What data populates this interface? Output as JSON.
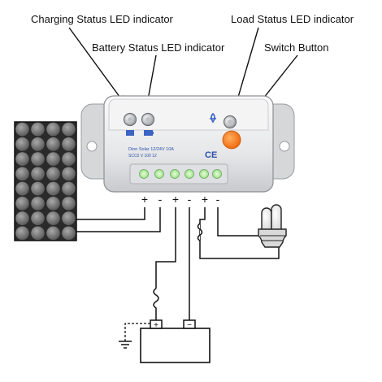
{
  "labels": {
    "charging_led": "Charging Status LED indicator",
    "battery_led": "Battery Status LED indicator",
    "load_led": "Load Status LED indicator",
    "switch_button": "Switch Button"
  },
  "controller": {
    "brand_line": "Dion Solar 12/24V 10A",
    "model_line": "SCC0 V 100 12",
    "ce_mark": "CE"
  },
  "terminals": {
    "signs": [
      "+",
      "-",
      "+",
      "-",
      "+",
      "-"
    ]
  },
  "battery": {
    "plus": "+",
    "minus": "−"
  },
  "colors": {
    "controller_body": "#e9eaec",
    "panel_cell": "#7a7a7a",
    "switch_orange": "#ff7a1a",
    "terminal_green": "#b6f0a0"
  }
}
